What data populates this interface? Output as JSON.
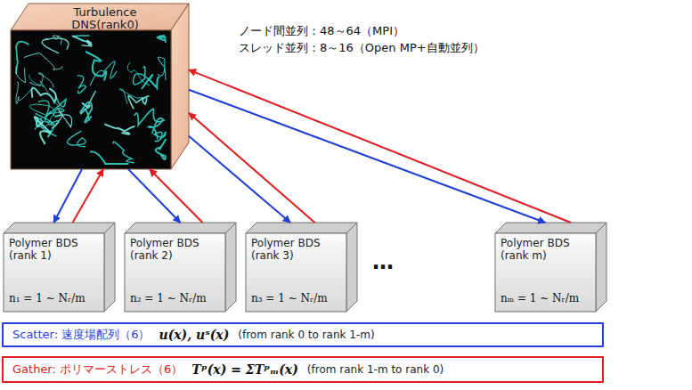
{
  "diagram": {
    "nodes": [
      {
        "text": [
          "Turbulence DNS(rank0)"
        ]
      },
      {
        "text": [
          "Polymer BDS (rank 1)",
          "n₁ = 1 ~ Nᵣ/m"
        ]
      },
      {
        "text": [
          "Polymer BDS (rank 2)",
          "n₂ = 1 ~ Nᵣ/m"
        ]
      },
      {
        "text": [
          "Polymer BDS (rank 3)",
          "n₃ = 1 ~ Nᵣ/m"
        ]
      },
      {
        "text": [
          "Polymer BDS (rank m)",
          "nₘ = 1 ~ Nᵣ/m"
        ]
      },
      {
        "text": [
          "Scatter: 速度場配列（6）",
          "u(x), uˢ(x)",
          "(from rank 0 to rank 1-m)"
        ]
      },
      {
        "text": [
          "Gather: ポリマーストレス（6）",
          "Tᵖ(x) = ΣTᵖₘ(x)",
          "(from rank 1-m to rank 0)"
        ]
      }
    ],
    "edges": [
      {
        "from": 0,
        "to": 1,
        "arrow": "to"
      },
      {
        "from": 1,
        "to": 0,
        "arrow": "to"
      },
      {
        "from": 0,
        "to": 2,
        "arrow": "to"
      },
      {
        "from": 2,
        "to": 0,
        "arrow": "to"
      },
      {
        "from": 0,
        "to": 3,
        "arrow": "to"
      },
      {
        "from": 3,
        "to": 0,
        "arrow": "to"
      },
      {
        "from": 0,
        "to": 4,
        "arrow": "to"
      },
      {
        "from": 4,
        "to": 0,
        "arrow": "to"
      }
    ],
    "labels": [
      "ノード間並列：48～64（MPI）",
      "スレッド並列：8～16（Open MP+自動並列）",
      "…"
    ]
  }
}
